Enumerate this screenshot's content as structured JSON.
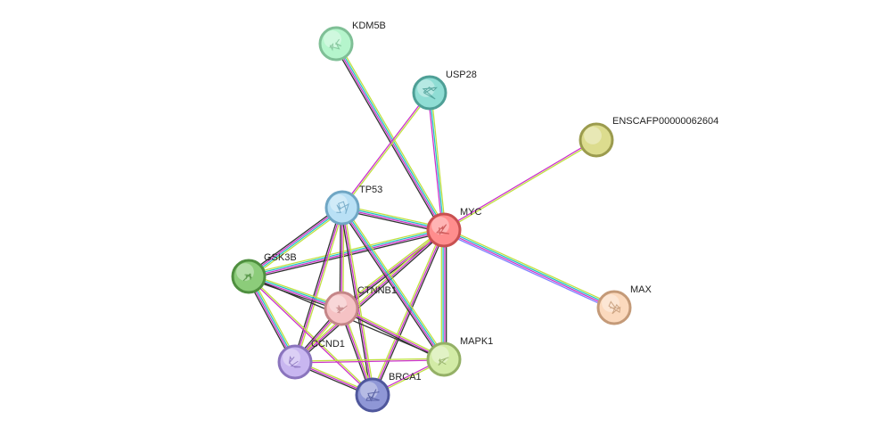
{
  "nodes": [
    {
      "id": "KDM5B",
      "label": "KDM5B",
      "color": "#b5f5cc",
      "stroke": "#7fbf96",
      "icon": "protein-structure-icon"
    },
    {
      "id": "USP28",
      "label": "USP28",
      "color": "#8fddd4",
      "stroke": "#4e9f96",
      "icon": "protein-structure-icon"
    },
    {
      "id": "ENSCAFP",
      "label": "ENSCAFP00000062604",
      "color": "#dcdc8e",
      "stroke": "#9b9b4e",
      "icon": "none"
    },
    {
      "id": "TP53",
      "label": "TP53",
      "color": "#b9e0f5",
      "stroke": "#6fa6c4",
      "icon": "protein-structure-icon"
    },
    {
      "id": "MYC",
      "label": "MYC",
      "color": "#ff8d8d",
      "stroke": "#c85050",
      "icon": "protein-structure-icon"
    },
    {
      "id": "GSK3B",
      "label": "GSK3B",
      "color": "#8ccc7a",
      "stroke": "#4f8f3f",
      "icon": "protein-structure-icon"
    },
    {
      "id": "CTNNB1",
      "label": "CTNNB1",
      "color": "#f5c2c4",
      "stroke": "#c48688",
      "icon": "protein-structure-icon"
    },
    {
      "id": "MAX",
      "label": "MAX",
      "color": "#fbd9bd",
      "stroke": "#c49a78",
      "icon": "protein-structure-icon"
    },
    {
      "id": "CCND1",
      "label": "CCND1",
      "color": "#c8b6f0",
      "stroke": "#8a74bd",
      "icon": "protein-structure-icon"
    },
    {
      "id": "MAPK1",
      "label": "MAPK1",
      "color": "#d2eba6",
      "stroke": "#94b066",
      "icon": "protein-structure-icon"
    },
    {
      "id": "BRCA1",
      "label": "BRCA1",
      "color": "#8f97d6",
      "stroke": "#4f579c",
      "icon": "protein-structure-icon"
    }
  ],
  "edges": [
    {
      "from": "KDM5B",
      "to": "MYC",
      "evidence": [
        "#c0e040",
        "#22c4c4",
        "#cc33cc",
        "#333333"
      ]
    },
    {
      "from": "USP28",
      "to": "MYC",
      "evidence": [
        "#c0e040",
        "#22c4c4",
        "#cc33cc"
      ]
    },
    {
      "from": "USP28",
      "to": "TP53",
      "evidence": [
        "#c0e040",
        "#cc33cc"
      ]
    },
    {
      "from": "ENSCAFP",
      "to": "MYC",
      "evidence": [
        "#c0e040",
        "#cc33cc"
      ]
    },
    {
      "from": "MYC",
      "to": "MAX",
      "evidence": [
        "#c0e040",
        "#22c4c4",
        "#cc33cc",
        "#8080ff"
      ]
    },
    {
      "from": "TP53",
      "to": "MYC",
      "evidence": [
        "#c0e040",
        "#22c4c4",
        "#cc33cc",
        "#333333"
      ]
    },
    {
      "from": "GSK3B",
      "to": "MYC",
      "evidence": [
        "#c0e040",
        "#22c4c4",
        "#cc33cc",
        "#333333"
      ]
    },
    {
      "from": "CTNNB1",
      "to": "MYC",
      "evidence": [
        "#c0e040",
        "#cc33cc",
        "#333333"
      ]
    },
    {
      "from": "CCND1",
      "to": "MYC",
      "evidence": [
        "#c0e040",
        "#cc33cc",
        "#333333"
      ]
    },
    {
      "from": "MAPK1",
      "to": "MYC",
      "evidence": [
        "#c0e040",
        "#22c4c4",
        "#cc33cc",
        "#333333"
      ]
    },
    {
      "from": "BRCA1",
      "to": "MYC",
      "evidence": [
        "#c0e040",
        "#cc33cc",
        "#333333"
      ]
    },
    {
      "from": "TP53",
      "to": "GSK3B",
      "evidence": [
        "#c0e040",
        "#22c4c4",
        "#cc33cc",
        "#333333"
      ]
    },
    {
      "from": "TP53",
      "to": "CTNNB1",
      "evidence": [
        "#c0e040",
        "#cc33cc",
        "#333333"
      ]
    },
    {
      "from": "TP53",
      "to": "CCND1",
      "evidence": [
        "#c0e040",
        "#cc33cc",
        "#333333"
      ]
    },
    {
      "from": "TP53",
      "to": "MAPK1",
      "evidence": [
        "#c0e040",
        "#22c4c4",
        "#cc33cc",
        "#333333"
      ]
    },
    {
      "from": "TP53",
      "to": "BRCA1",
      "evidence": [
        "#c0e040",
        "#cc33cc",
        "#333333"
      ]
    },
    {
      "from": "GSK3B",
      "to": "CTNNB1",
      "evidence": [
        "#c0e040",
        "#22c4c4",
        "#cc33cc",
        "#333333"
      ]
    },
    {
      "from": "GSK3B",
      "to": "CCND1",
      "evidence": [
        "#c0e040",
        "#22c4c4",
        "#cc33cc",
        "#333333"
      ]
    },
    {
      "from": "GSK3B",
      "to": "MAPK1",
      "evidence": [
        "#333333"
      ]
    },
    {
      "from": "GSK3B",
      "to": "BRCA1",
      "evidence": [
        "#c0e040",
        "#cc33cc"
      ]
    },
    {
      "from": "CTNNB1",
      "to": "CCND1",
      "evidence": [
        "#c0e040",
        "#cc33cc",
        "#333333"
      ]
    },
    {
      "from": "CTNNB1",
      "to": "MAPK1",
      "evidence": [
        "#c0e040",
        "#cc33cc",
        "#333333"
      ]
    },
    {
      "from": "CTNNB1",
      "to": "BRCA1",
      "evidence": [
        "#c0e040",
        "#cc33cc",
        "#333333"
      ]
    },
    {
      "from": "CCND1",
      "to": "MAPK1",
      "evidence": [
        "#c0e040",
        "#cc33cc"
      ]
    },
    {
      "from": "CCND1",
      "to": "BRCA1",
      "evidence": [
        "#c0e040",
        "#cc33cc",
        "#333333"
      ]
    },
    {
      "from": "MAPK1",
      "to": "BRCA1",
      "evidence": [
        "#c0e040",
        "#cc33cc"
      ]
    }
  ]
}
